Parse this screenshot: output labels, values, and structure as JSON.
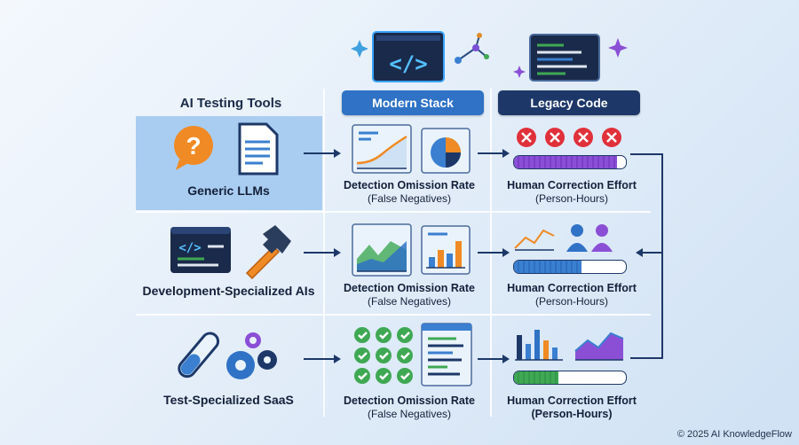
{
  "columns": {
    "tools": "AI Testing Tools",
    "modern": "Modern Stack",
    "legacy": "Legacy Code"
  },
  "rows": [
    {
      "tool": "Generic LLMs",
      "detection_title": "Detection Omission Rate",
      "detection_sub": "(False Negatives)",
      "effort_title": "Human Correction Effort",
      "effort_sub": "(Person-Hours)",
      "effort_level": 0.92
    },
    {
      "tool": "Development-Specialized AIs",
      "detection_title": "Detection Omission Rate",
      "detection_sub": "(False Negatives)",
      "effort_title": "Human Correction Effort",
      "effort_sub": "(Person-Hours)",
      "effort_level": 0.6
    },
    {
      "tool": "Test-Specialized SaaS",
      "detection_title": "Detection Omission Rate",
      "detection_sub": "(False Negatives)",
      "effort_title": "Human Correction Effort",
      "effort_sub": "(Person-Hours)",
      "effort_level": 0.4
    }
  ],
  "colors": {
    "modern_pill": "#2f72c6",
    "legacy_pill": "#1d3868",
    "effort_high": "#8b4fd6",
    "effort_mid": "#3a7fd0",
    "effort_low": "#3fa853",
    "highlight": "#a9cdf0"
  },
  "credit": "© 2025 AI KnowledgeFlow"
}
